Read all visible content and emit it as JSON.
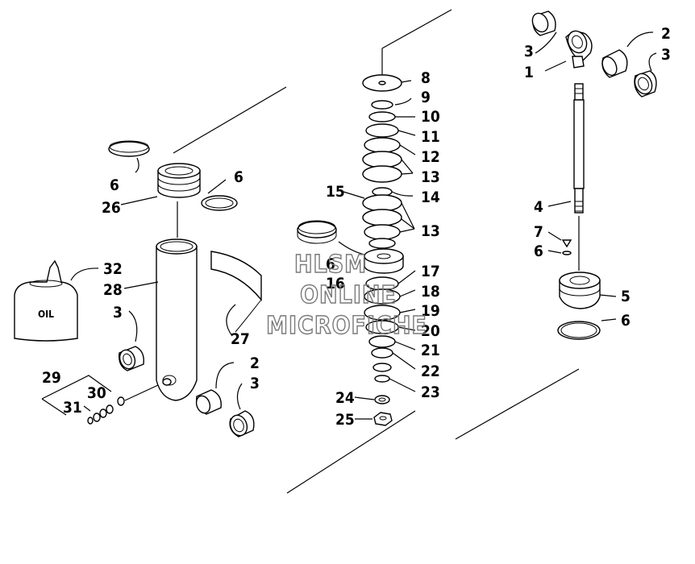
{
  "callouts": {
    "c1": "1",
    "c2": "2",
    "c3": "3",
    "c4": "4",
    "c5": "5",
    "c6": "6",
    "c7": "7",
    "c8": "8",
    "c9": "9",
    "c10": "10",
    "c11": "11",
    "c12": "12",
    "c13": "13",
    "c14": "14",
    "c15": "15",
    "c16": "16",
    "c17": "17",
    "c18": "18",
    "c19": "19",
    "c20": "20",
    "c21": "21",
    "c22": "22",
    "c23": "23",
    "c24": "24",
    "c25": "25",
    "c26": "26",
    "c27": "27",
    "c28": "28",
    "c29": "29",
    "c30": "30",
    "c31": "31",
    "c32": "32"
  },
  "oil_bottle_label": "OIL",
  "watermark": {
    "line1": "HLSM",
    "line2": "ONLINE",
    "line3": "MICROFICHE"
  }
}
